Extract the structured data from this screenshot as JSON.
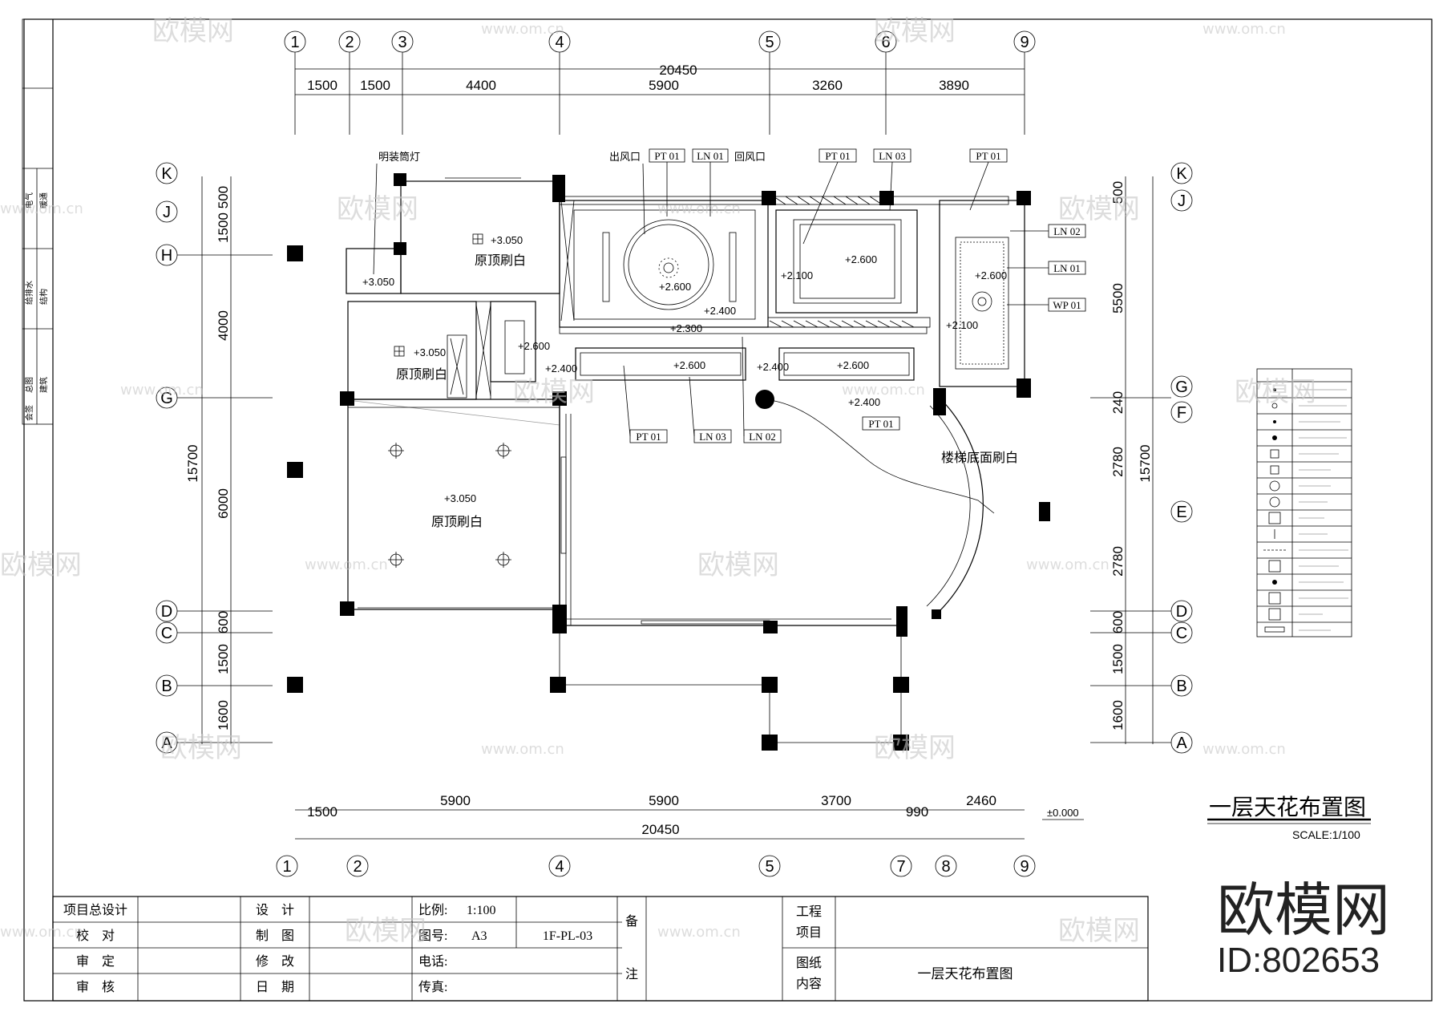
{
  "drawing": {
    "title": "一层天花布置图",
    "scale": "SCALE:1/100",
    "level_mark": "±0.000"
  },
  "grid_top": [
    "1",
    "2",
    "3",
    "4",
    "5",
    "6",
    "9"
  ],
  "grid_bottom": [
    "1",
    "2",
    "4",
    "5",
    "7",
    "8",
    "9"
  ],
  "grid_left": [
    "K",
    "J",
    "H",
    "G",
    "D",
    "C",
    "B",
    "A"
  ],
  "grid_right": [
    "K",
    "J",
    "G",
    "F",
    "E",
    "D",
    "C",
    "B",
    "A"
  ],
  "dims_top": [
    "1500",
    "1500",
    "4400",
    "5900",
    "3260",
    "3890"
  ],
  "dims_top_total": "20450",
  "dims_bottom": [
    "1500",
    "5900",
    "5900",
    "3700",
    "990",
    "2460"
  ],
  "dims_bottom_total": "20450",
  "dims_left": [
    "500",
    "1500",
    "4000",
    "6000",
    "600",
    "1500",
    "1600"
  ],
  "dims_left_total": "15700",
  "dims_right": [
    "500",
    "5500",
    "240",
    "2780",
    "2780",
    "600",
    "1500",
    "1600"
  ],
  "dims_right_total": "15700",
  "rooms": {
    "r1": "原顶刷白",
    "r2": "原顶刷白",
    "r3": "原顶刷白",
    "stair": "楼梯底面刷白"
  },
  "annotations": {
    "lamp": "明装筒灯",
    "outlet": "出风口",
    "return": "回风口",
    "pt01": "PT 01",
    "ln01": "LN 01",
    "ln02": "LN 02",
    "ln03": "LN 03",
    "wp01": "WP 01"
  },
  "levels": {
    "l3050": "+3.050",
    "l2600": "+2.600",
    "l2400": "+2.400",
    "l2300": "+2.300",
    "l2100": "+2.100"
  },
  "title_block": {
    "c1": "项目总设计",
    "c2": "校　对",
    "c3": "审　定",
    "c4": "审　核",
    "c5": "设　计",
    "c6": "制　图",
    "c7": "修　改",
    "c8": "日　期",
    "scale_label": "比例:",
    "scale_value": "1:100",
    "sheet_label": "图号:",
    "sheet_size": "A3",
    "sheet_no": "1F-PL-03",
    "phone_label": "电话:",
    "fax_label": "传真:",
    "remark_1": "备",
    "remark_2": "注",
    "project_1": "工程",
    "project_2": "项目",
    "content_1": "图纸",
    "content_2": "内容",
    "content_value": "一层天花布置图"
  },
  "watermark": {
    "brand": "欧模网",
    "url": "www.om.cn",
    "id": "ID:802653"
  },
  "side_strip": [
    "暖通",
    "电气",
    "给排水",
    "结构",
    "建筑",
    "总图",
    "会签"
  ]
}
